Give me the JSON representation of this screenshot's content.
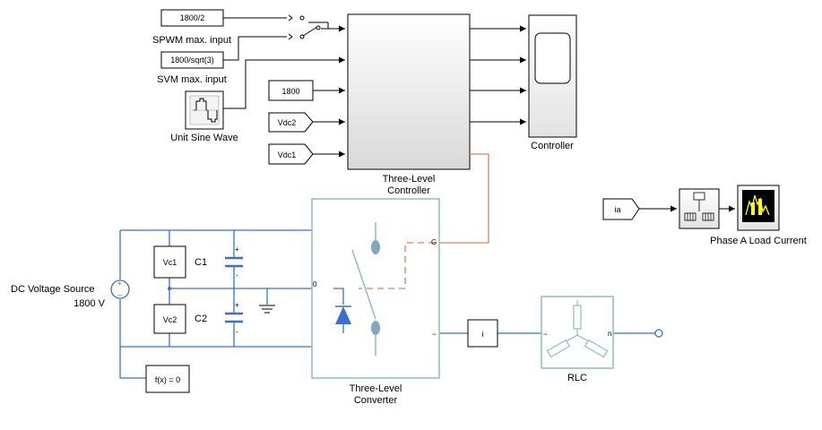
{
  "blocks": {
    "const_spwm": "1800/2",
    "const_svm": "1800/sqrt(3)",
    "const_1800": "1800",
    "goto_vdc2": "Vdc2",
    "goto_vdc1": "Vdc1",
    "vc1": "Vc1",
    "vc2": "Vc2",
    "fx": "f(x) = 0",
    "ia": "ia",
    "meas_i": "i"
  },
  "labels": {
    "spwm": "SPWM max. input",
    "svm": "SVM max. input",
    "sine": "Unit Sine Wave",
    "controller": "Controller",
    "tl_controller_1": "Three-Level",
    "tl_controller_2": "Controller",
    "tl_converter_1": "Three-Level",
    "tl_converter_2": "Converter",
    "dc_source": "DC Voltage Source",
    "dc_value": "1800 V",
    "c1": "C1",
    "c2": "C2",
    "rlc": "RLC",
    "phase_a": "Phase A Load Current"
  },
  "ports": {
    "g": "G",
    "zero": "0",
    "n": "n",
    "tilde_conv": "~",
    "tilde_rlc": "~",
    "plus1": "+",
    "minus1": "-",
    "plus2": "+",
    "minus2": "-"
  },
  "colors": {
    "signal": "#000000",
    "power": "#3a6fd0",
    "gate": "#e0805a",
    "block_border": "#8fbcc8",
    "scope_yellow": "#ffff00"
  }
}
